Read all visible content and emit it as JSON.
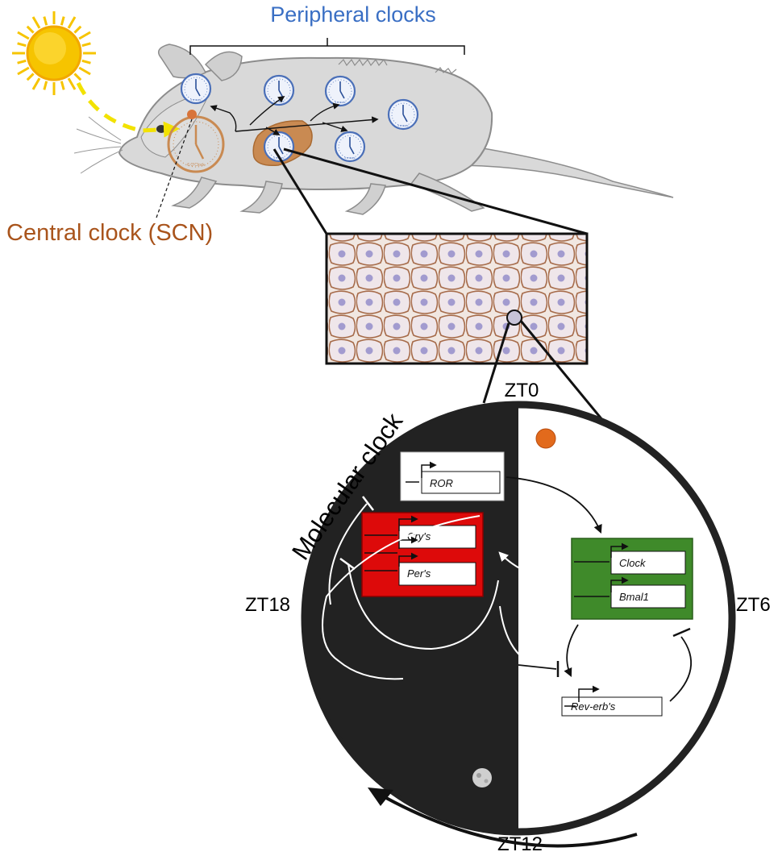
{
  "labels": {
    "peripheral": "Peripheral clocks",
    "central": "Central clock (SCN)",
    "molecular": "Molecular clock",
    "zt0": "ZT0",
    "zt6": "ZT6",
    "zt12": "ZT12",
    "zt18": "ZT18"
  },
  "genes": {
    "ror": "ROR",
    "cry": "Cry's",
    "per": "Per's",
    "clock": "Clock",
    "bmal1": "Bmal1",
    "reverb": "Rev-erb's"
  },
  "clock_face": {
    "scn_caption": "6 O'Clock",
    "peripheral_caption": "6 O'Clock"
  },
  "colors": {
    "peripheral_text": "#3a6fc4",
    "central_text": "#a9541c",
    "night": "#222222",
    "day": "#ffffff",
    "cry_per_box": "#dd0a0a",
    "clock_bmal_box": "#3f8a2a",
    "sun": "#f6c400",
    "light_path": "#f2e200",
    "liver": "#c98a52"
  }
}
